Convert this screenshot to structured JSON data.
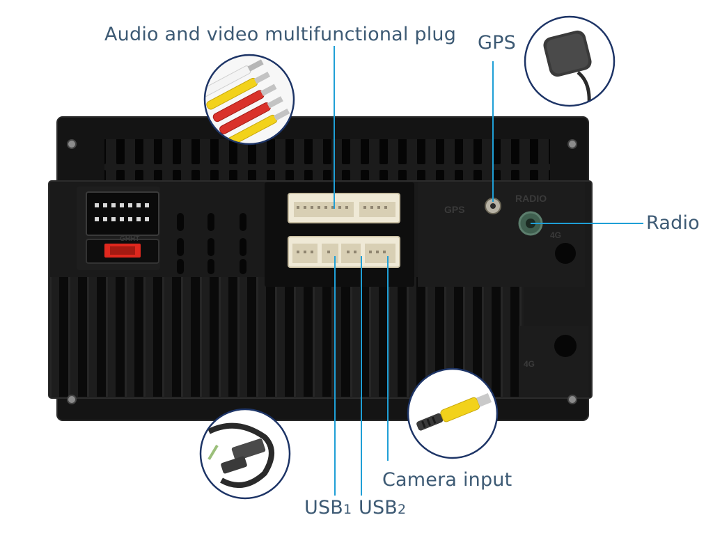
{
  "callouts": {
    "audio_video": "Audio and video multifunctional plug",
    "gps": "GPS",
    "radio": "Radio",
    "camera": "Camera input",
    "usb1_main": "USB",
    "usb1_sub": "1",
    "usb2_main": "USB",
    "usb2_sub": "2"
  },
  "panel_print": {
    "gps": "GPS",
    "radio": "RADIO",
    "fourg_top": "4G",
    "fourg_bottom": "4G",
    "fuse": "GHHT"
  },
  "colors": {
    "leader_line": "#1f9fd6",
    "label_text": "#3d5a74",
    "inset_ring": "#1d3466",
    "unit_body": "#161616",
    "connector_shell": "#efe9d6",
    "fuse": "#e0281e",
    "rca_yellow": "#f2d21b",
    "rca_red": "#d9322a",
    "rca_white": "#f4f4f4"
  }
}
